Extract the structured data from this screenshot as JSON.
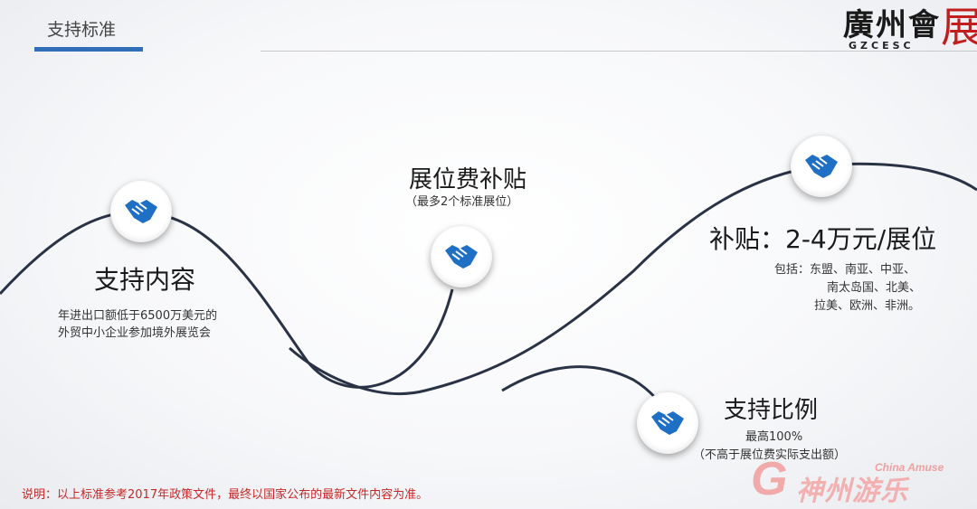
{
  "header": {
    "section_title": "支持标准"
  },
  "logo": {
    "text_black": "廣州會",
    "text_red": "展",
    "text_en": "GZCESC"
  },
  "nodes": [
    {
      "heading": "支持内容",
      "desc": [
        "年进出口额低于6500万美元的",
        "外贸中小企业参加境外展览会"
      ]
    },
    {
      "heading": "展位费补贴",
      "desc": [
        "（最多2个标准展位）"
      ]
    },
    {
      "heading": "补贴：2-4万元/展位",
      "desc": [
        "包括：东盟、南亚、中亚、",
        "南太岛国、北美、",
        "拉美、欧洲、非洲。"
      ]
    },
    {
      "heading": "支持比例",
      "desc": [
        "最高100%",
        "（不高于展位费实际支出额）"
      ]
    }
  ],
  "footer": {
    "note": "说明：以上标准参考2017年政策文件，最终以国家公布的最新文件内容为准。"
  },
  "watermark": {
    "big": "G",
    "cn": "神州游乐",
    "en": "China Amuse"
  },
  "colors": {
    "accent": "#2e6fb8",
    "icon": "#1f6fc5",
    "note": "#c62828",
    "logo_red": "#c21e1e"
  },
  "icons": {
    "badge": "handshake-icon"
  }
}
